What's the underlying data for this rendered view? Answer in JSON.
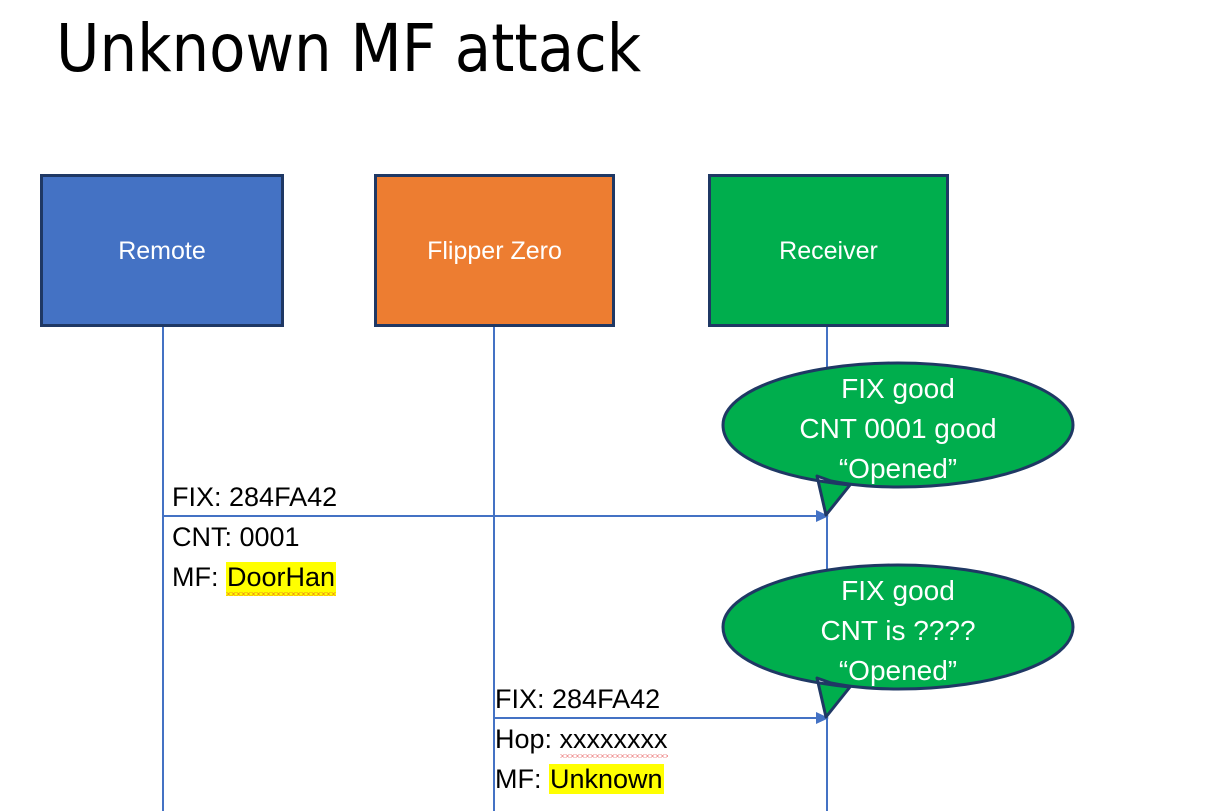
{
  "slide": {
    "title": "Unknown MF attack",
    "background": "#ffffff"
  },
  "colors": {
    "remote": "#4472C4",
    "flipper": "#ED7D31",
    "receiver": "#00AE4D",
    "box_border": "#1F3864",
    "lifeline": "#4472C4",
    "arrow": "#4472C4",
    "highlight": "#FFFF00",
    "bubble_fill": "#00AE4D",
    "bubble_stroke": "#1F3864",
    "text": "#000000",
    "box_label": "#ffffff"
  },
  "actors": [
    {
      "id": "remote",
      "label": "Remote"
    },
    {
      "id": "flipper",
      "label": "Flipper Zero"
    },
    {
      "id": "receiver",
      "label": "Receiver"
    }
  ],
  "messages": [
    {
      "id": "msg-remote-to-receiver",
      "from": "remote",
      "to": "receiver",
      "lines": [
        {
          "prefix": "FIX: ",
          "value": "284FA42",
          "highlight": false,
          "spellcheck_error": false
        },
        {
          "prefix": "CNT: ",
          "value": "0001",
          "highlight": false,
          "spellcheck_error": false
        },
        {
          "prefix": "MF: ",
          "value": "DoorHan",
          "highlight": true,
          "spellcheck_error": true
        }
      ]
    },
    {
      "id": "msg-flipper-to-receiver",
      "from": "flipper",
      "to": "receiver",
      "lines": [
        {
          "prefix": "FIX: ",
          "value": "284FA42",
          "highlight": false,
          "spellcheck_error": false
        },
        {
          "prefix": "Hop: ",
          "value": "xxxxxxxx",
          "highlight": false,
          "spellcheck_error": true
        },
        {
          "prefix": "MF: ",
          "value": "Unknown",
          "highlight": true,
          "spellcheck_error": false
        }
      ]
    }
  ],
  "bubbles": [
    {
      "id": "bubble-receiver-1",
      "lines": [
        "FIX good",
        "CNT 0001 good",
        "“Opened”"
      ]
    },
    {
      "id": "bubble-receiver-2",
      "lines": [
        "FIX good",
        "CNT is ????",
        "“Opened”"
      ]
    }
  ]
}
